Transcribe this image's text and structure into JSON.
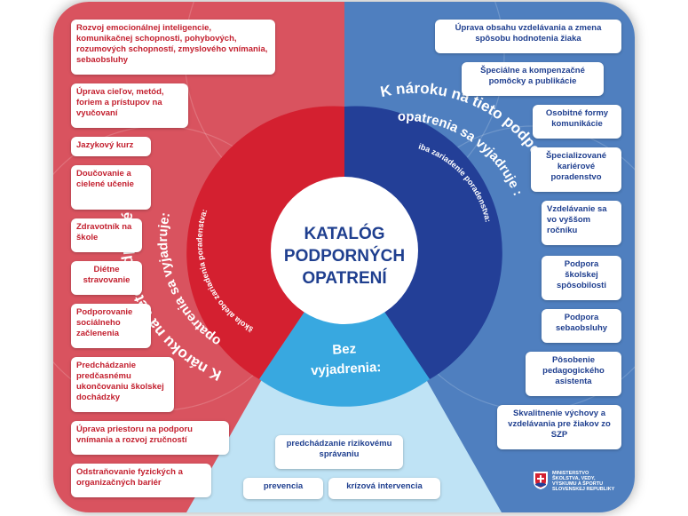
{
  "center": {
    "line1": "KATALÓG",
    "line2": "PODPORNÝCH",
    "line3": "OPATRENÍ"
  },
  "left_ring": {
    "title": "K nároku na tieto podporné",
    "title2": "opatrenia sa vyjadruje:",
    "subtitle": "škola alebo zariadenia poradenstva:"
  },
  "right_ring": {
    "title": "K nároku na tieto podporné",
    "title2": "opatrenia sa vyjadruje :",
    "subtitle": "iba zariadenie poradenstva:"
  },
  "bottom": {
    "title1": "Bez",
    "title2": "vyjadrenia:"
  },
  "left_items": [
    "Rozvoj emocionálnej inteligencie, komunikačnej schopnosti, pohybových, rozumových schopností, zmyslového vnímania, sebaobsluhy",
    "Úprava cieľov, metód, foriem a prístupov na vyučovaní",
    "Jazykový kurz",
    "Doučovanie a cielené učenie",
    "Zdravotník na škole",
    "Diétne stravovanie",
    "Podporovanie sociálneho začlenenia",
    "Predchádzanie predčasnému ukončovaniu školskej dochádzky",
    "Úprava priestoru na podporu vnímania a rozvoj zručností",
    "Odstraňovanie fyzických a organizačných bariér"
  ],
  "right_items": [
    "Úprava obsahu vzdelávania a zmena spôsobu hodnotenia žiaka",
    "Špeciálne a kompenzačné pomôcky a publikácie",
    "Osobitné formy komunikácie",
    "Špecializované kariérové poradenstvo",
    "Vzdelávanie sa vo vyššom ročníku",
    "Podpora školskej spôsobilosti",
    "Podpora sebaobsluhy",
    "Pôsobenie pedagogického asistenta",
    "Skvalitnenie výchovy a vzdelávania pre žiakov zo SZP"
  ],
  "bottom_items": [
    "predchádzanie rizikovému správaniu",
    "prevencia",
    "krízová intervencia"
  ],
  "logo": {
    "line1": "MINISTERSTVO",
    "line2": "ŠKOLSTVA, VEDY,",
    "line3": "VÝSKUMU A ŠPORTU",
    "line4": "SLOVENSKEJ REPUBLIKY"
  },
  "colors": {
    "red": "#c3202f",
    "blue": "#1f3f8f",
    "light_blue": "#9fd3ef"
  }
}
